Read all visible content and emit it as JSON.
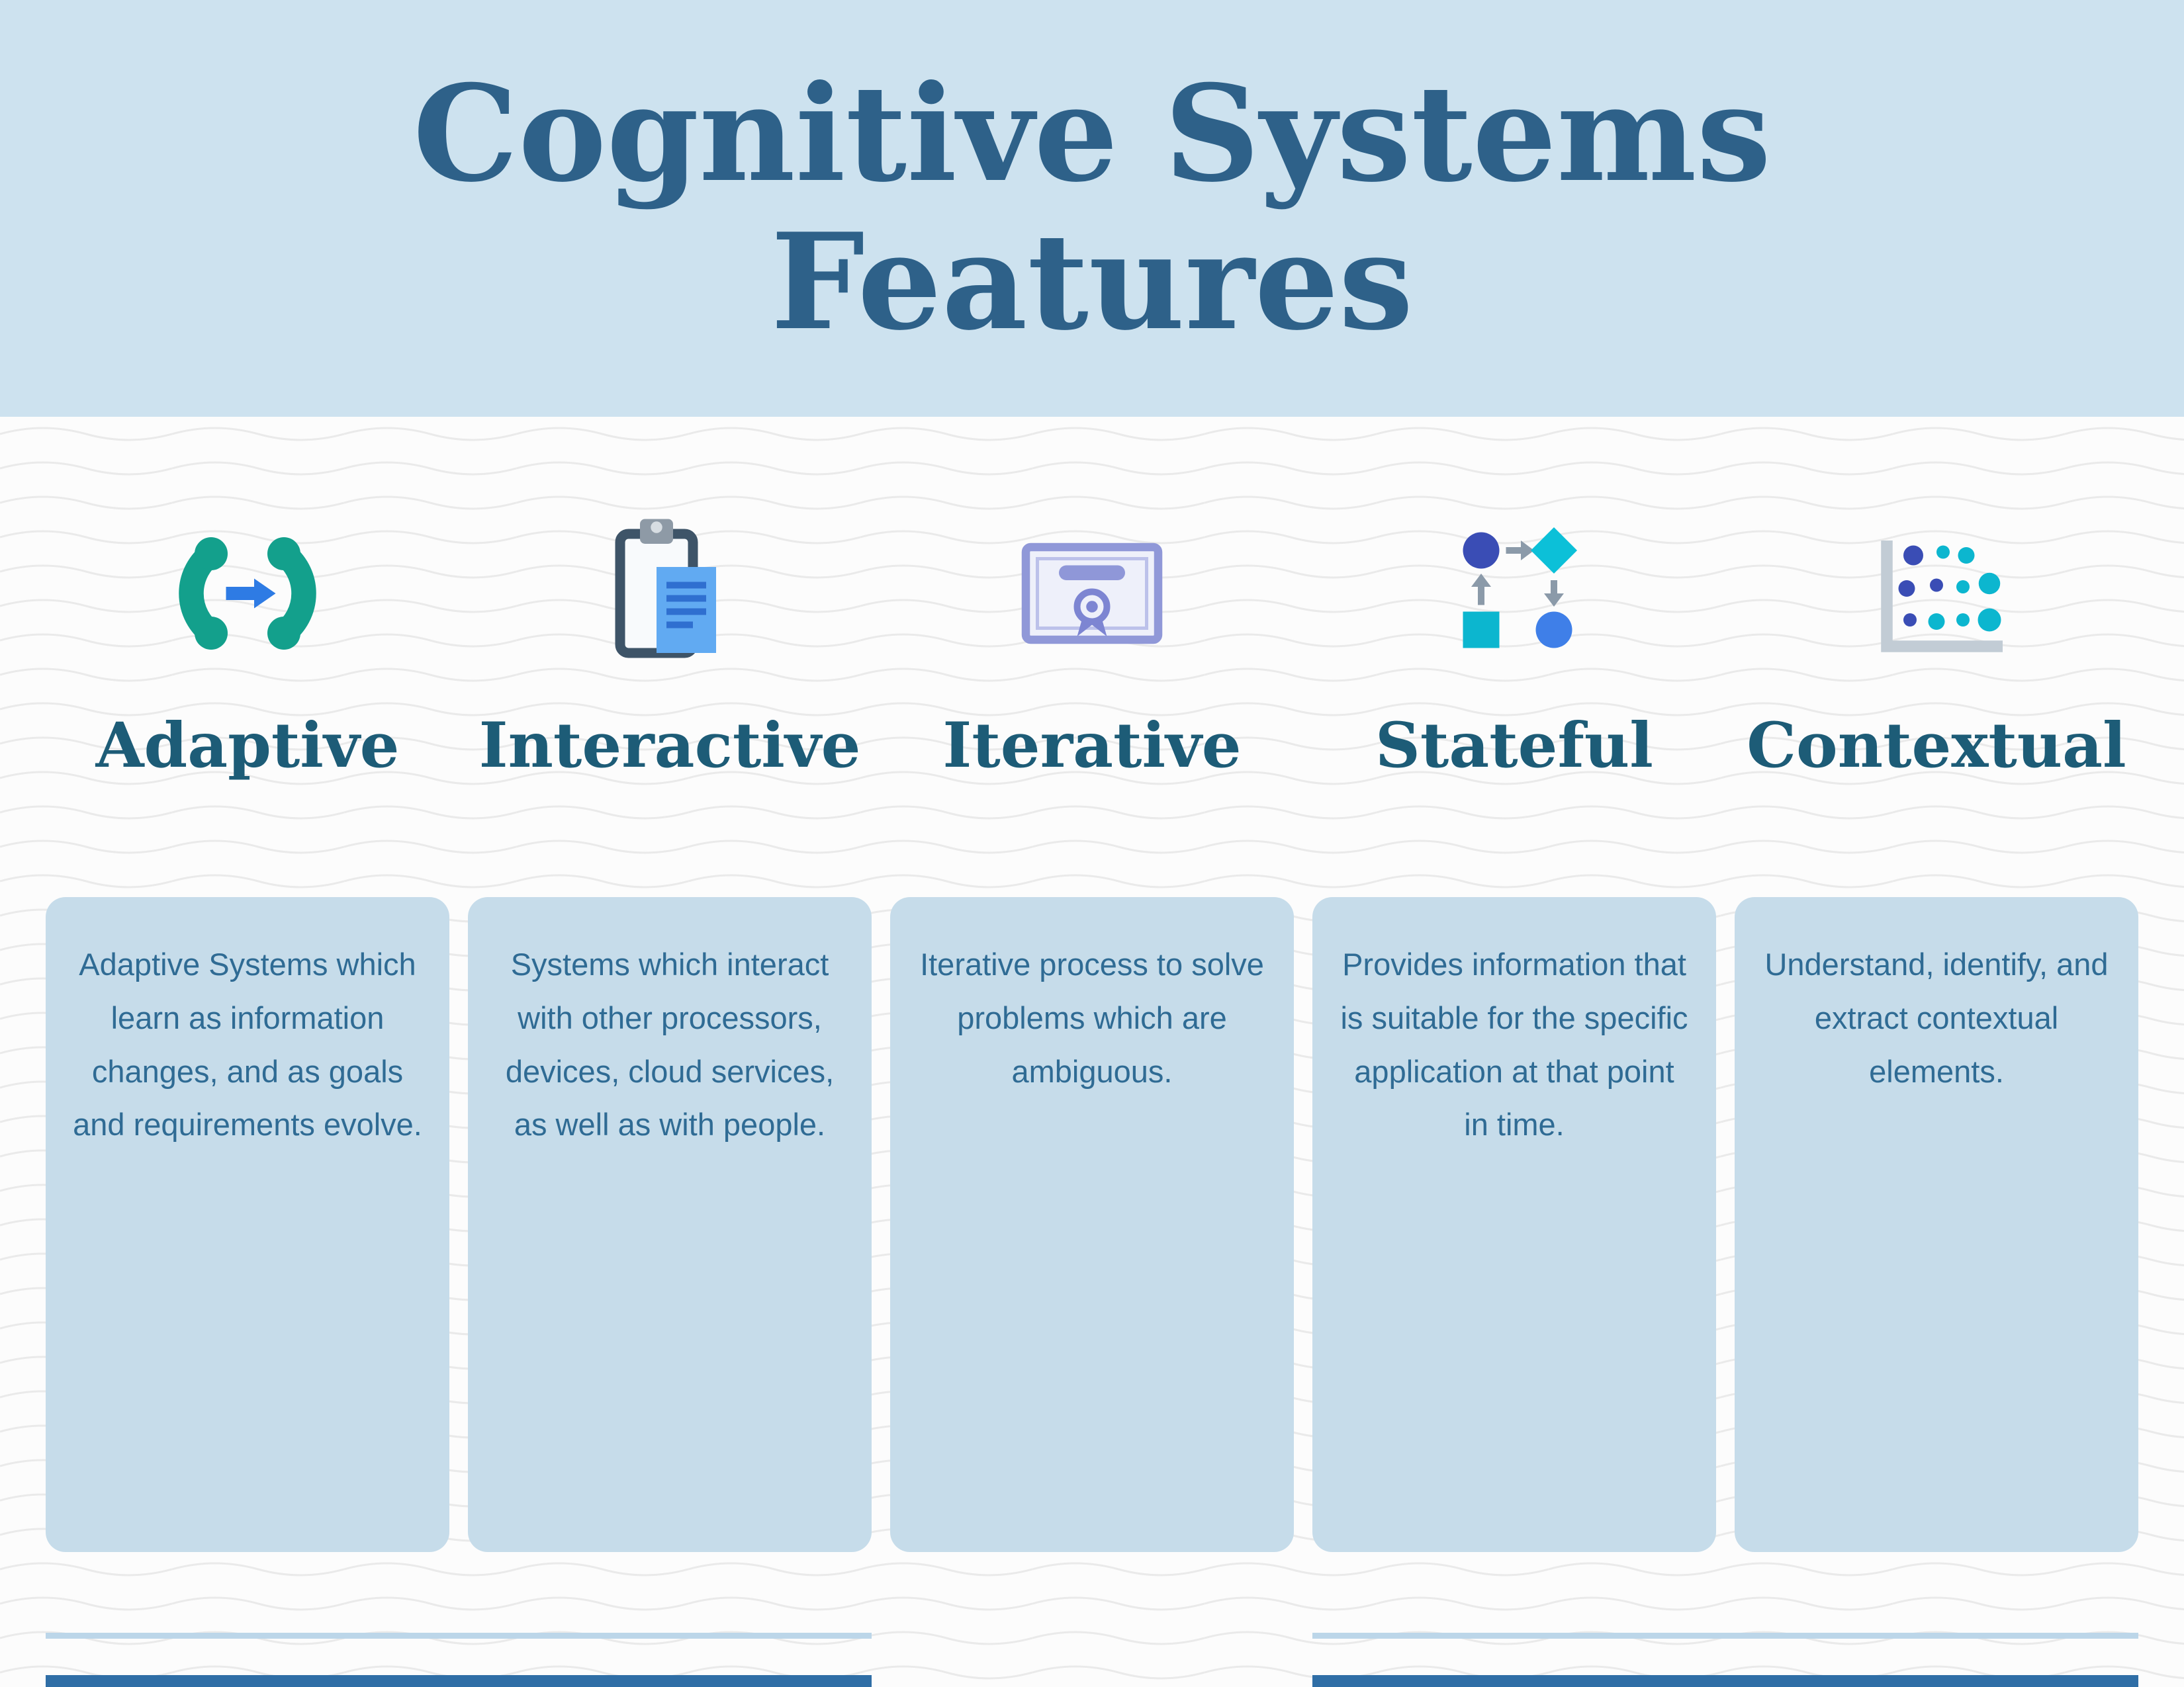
{
  "title": "Cognitive Systems Features",
  "features": [
    {
      "label": "Adaptive",
      "icon": "phones-sync-icon",
      "description": "Adaptive Systems which learn as information changes, and as goals and requirements evolve."
    },
    {
      "label": "Interactive",
      "icon": "clipboard-document-icon",
      "description": "Systems which interact with other processors, devices, cloud services, as well as with people."
    },
    {
      "label": "Iterative",
      "icon": "certificate-icon",
      "description": "Iterative process to solve problems which are ambiguous."
    },
    {
      "label": "Stateful",
      "icon": "flowchart-icon",
      "description": "Provides information that is suitable for the specific application at that point in time."
    },
    {
      "label": "Contextual",
      "icon": "scatter-plot-icon",
      "description": "Understand, identify, and extract contextual elements."
    }
  ],
  "colors": {
    "header_background": "#cde2ef",
    "title_text": "#2e6189",
    "label_text": "#1d5c77",
    "card_background": "#c6dcea",
    "card_text": "#2f6b94",
    "accent_line_light": "#bcd6e9",
    "accent_line_dark": "#2f6ea6",
    "icon_green": "#13a08c",
    "icon_blue": "#2e7be4",
    "icon_indigo": "#3a4db5",
    "icon_cyan": "#0cb6cf",
    "icon_lavender": "#8f97d8"
  }
}
